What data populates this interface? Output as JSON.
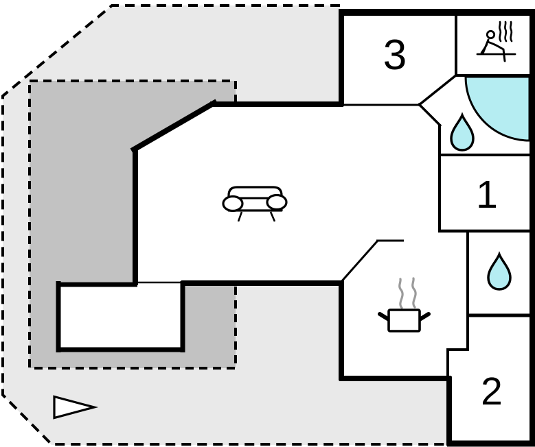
{
  "diagram_type": "holiday-home floor plan",
  "rooms": {
    "bedroom3": {
      "label": "3"
    },
    "bedroom1": {
      "label": "1"
    },
    "bedroom2": {
      "label": "2"
    }
  },
  "icons": {
    "sauna": "sauna-icon",
    "corner_shower": "corner-shower-icon",
    "bathroom_water_drop": "water-drop-icon",
    "wc_water_drop": "water-drop-icon",
    "sofa": "sofa-icon",
    "cooking_pot": "cooking-pot-icon",
    "entrance_arrow": "entrance-arrow-icon"
  },
  "colors": {
    "plot": "#e9e9e9",
    "terrace": "#c2c2c2",
    "wall": "#000000",
    "water": "#b5edf2",
    "steam": "#9a9a9a",
    "room": "#ffffff"
  }
}
